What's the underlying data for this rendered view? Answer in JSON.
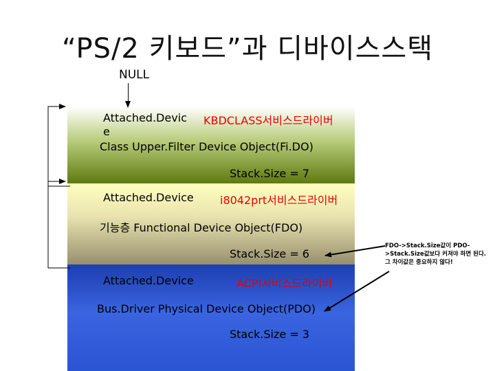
{
  "title": "“PS/2 키보드”과 디바이스스택",
  "null_label": "NULL",
  "layers": [
    {
      "attached": "Attached.Devic\ne",
      "service": "KBDCLASS서비스드라이버",
      "object": "Class Upper.Filter Device Object(Fi.DO)",
      "stack": "Stack.Size = 7"
    },
    {
      "attached": "Attached.Device",
      "service": "i8042prt서비스드라이버",
      "object": "기능층 Functional Device Object(FDO)",
      "stack": "Stack.Size = 6"
    },
    {
      "attached": "Attached.Device",
      "service": "ACPI서비스드라이버",
      "object": "Bus.Driver Physical Device Object(PDO)",
      "stack": "Stack.Size = 3"
    }
  ],
  "note": "FDO->Stack.Size값이 PDO->Stack.Size값보다 커져야 하면 된다. 그 차이값은 중요하지 않다!",
  "colors": {
    "layer1": "#5f7a10",
    "layer2": "#978f6e",
    "layer3": "#2a55d2",
    "service_text": "#e60000"
  }
}
